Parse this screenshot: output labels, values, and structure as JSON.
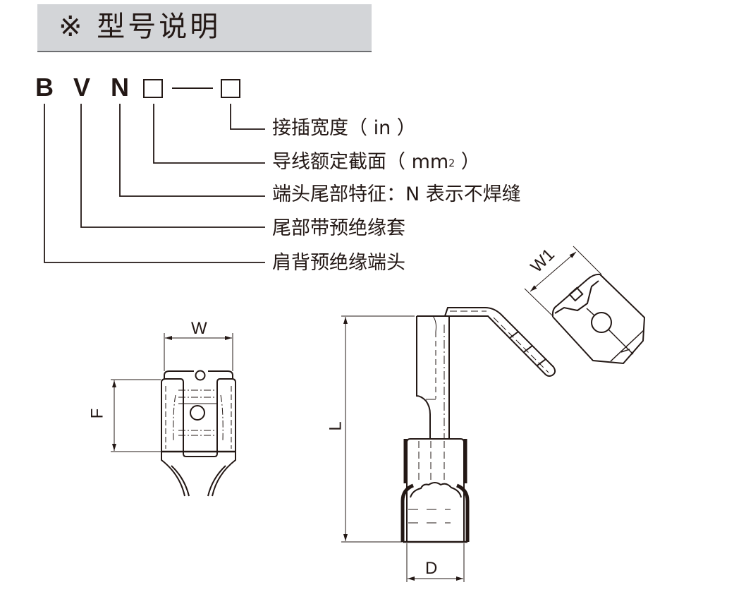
{
  "header": {
    "symbol": "※",
    "title": "型号说明"
  },
  "model_code": {
    "letters": [
      "B",
      "V",
      "N"
    ],
    "separator": "—",
    "placeholders": 2
  },
  "legend": [
    {
      "text": "接插宽度（ in ）",
      "refers_to": "placeholder-2"
    },
    {
      "text_main": "导线额定截面（ mm",
      "sup": "2",
      "text_end": " ）",
      "refers_to": "placeholder-1"
    },
    {
      "text": "端头尾部特征：N 表示不焊缝",
      "refers_to": "N"
    },
    {
      "text": "尾部带预绝缘套",
      "refers_to": "V"
    },
    {
      "text": "肩背预绝缘端头",
      "refers_to": "B"
    }
  ],
  "dimensions": {
    "front_view": {
      "width_label": "W",
      "length_label": "F"
    },
    "side_view": {
      "length_label": "L",
      "diameter_label": "D"
    },
    "detail_view": {
      "width_label": "W1"
    }
  },
  "colors": {
    "ink": "#231815",
    "header_bg": "#d3d5d8",
    "header_rule": "#6d6e71"
  }
}
